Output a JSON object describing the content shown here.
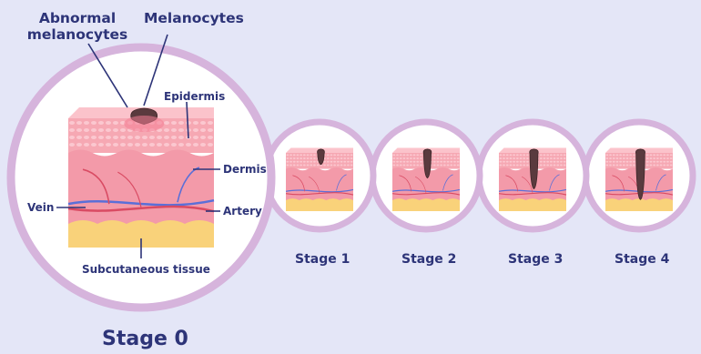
{
  "labels": {
    "abnormal_melanocytes_line1": "Abnormal",
    "abnormal_melanocytes_line2": "melanocytes",
    "melanocytes": "Melanocytes",
    "epidermis": "Epidermis",
    "dermis": "Dermis",
    "vein": "Vein",
    "artery": "Artery",
    "subcutaneous_tissue": "Subcutaneous tissue"
  },
  "stages": [
    {
      "label": "Stage 0",
      "tumor_depth": 0.05
    },
    {
      "label": "Stage 1",
      "tumor_depth": 0.2
    },
    {
      "label": "Stage 2",
      "tumor_depth": 0.45
    },
    {
      "label": "Stage 3",
      "tumor_depth": 0.65
    },
    {
      "label": "Stage 4",
      "tumor_depth": 0.85
    }
  ],
  "colors": {
    "background": "#e4e6f7",
    "ring": "#d6b4dc",
    "label_text": "#2d3478",
    "epidermis": "#f6a8b3",
    "dermis": "#f39aa9",
    "subcutaneous": "#f9d27a",
    "artery": "#d94b63",
    "vein": "#5a6fd8",
    "tumor": "#5a3a3e"
  }
}
